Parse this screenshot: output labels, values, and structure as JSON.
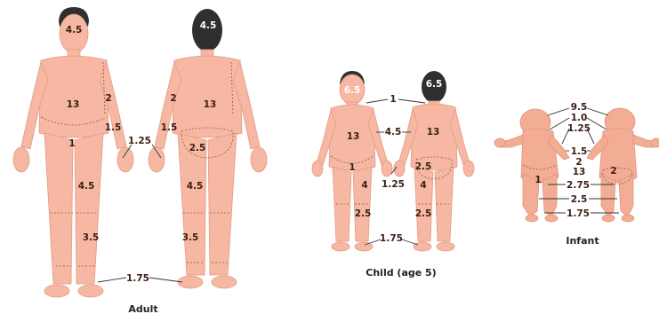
{
  "adult": {
    "caption": "Adult",
    "front": {
      "head": "4.5",
      "trunk": "13",
      "arm_upper": "2",
      "arm_lower": "1.5",
      "genitals": "1",
      "thigh": "4.5",
      "leg": "3.5"
    },
    "back": {
      "head": "4.5",
      "arm_upper": "2",
      "trunk": "13",
      "arm_lower": "1.5",
      "buttocks": "2.5",
      "thigh": "4.5",
      "leg": "3.5"
    },
    "hand": "1.25",
    "foot": "1.75"
  },
  "child": {
    "caption": "Child (age 5)",
    "front": {
      "head": "6.5",
      "trunk": "13",
      "genitals": "1",
      "thigh": "4",
      "leg": "2.5"
    },
    "back": {
      "head": "6.5",
      "trunk": "13",
      "buttocks": "2.5",
      "thigh": "4",
      "leg": "2.5"
    },
    "neck": "1",
    "arm": "4.5",
    "hand": "1.25",
    "foot": "1.75"
  },
  "infant": {
    "caption": "Infant",
    "values": [
      "9.5",
      "1.0",
      "1.25",
      "1.5",
      "2",
      "13",
      "2.75",
      "2.5",
      "1.75"
    ],
    "left_label": "1",
    "right_label": "2"
  }
}
